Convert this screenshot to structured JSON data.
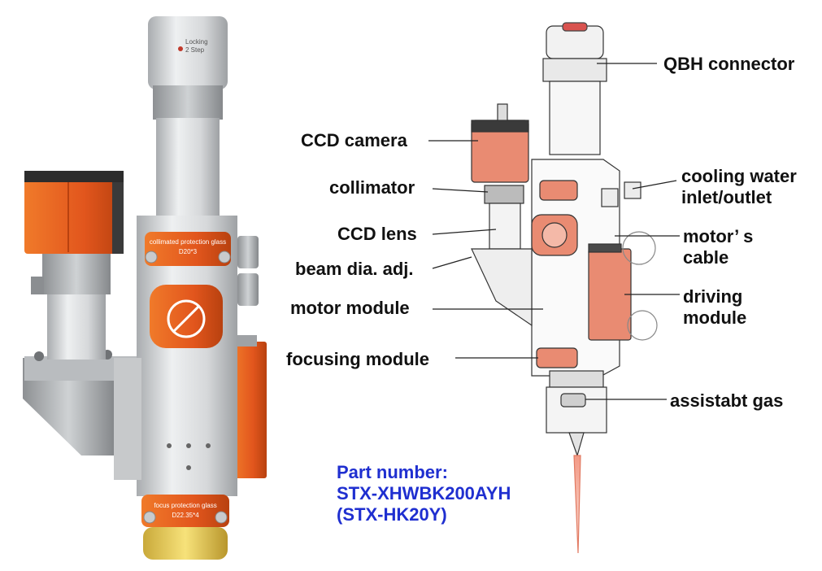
{
  "photo_text": {
    "collimated_glass": "collimated protection glass",
    "collimated_glass_dim": "D20*3",
    "focus_glass": "focus protection glass",
    "focus_glass_dim": "D22.35*4",
    "locking_ring": "Locking",
    "locking_step": "2 Step"
  },
  "labels": {
    "qbh": "QBH connector",
    "ccd_camera": "CCD camera",
    "collimator": "collimator",
    "ccd_lens": "CCD lens",
    "beam_adj": "beam dia. adj.",
    "motor_module": "motor module",
    "focusing_module": "focusing module",
    "cooling_water": "cooling water\ninlet/outlet",
    "motor_cable": "motor’ s\ncable",
    "driving_module": "driving\nmodule",
    "assist_gas": "assistabt gas"
  },
  "part": {
    "title": "Part number:",
    "number": "STX-XHWBK200AYH",
    "alt": "(STX-HK20Y)"
  },
  "colors": {
    "orange": "#e2561d",
    "salmon": "#e98b72",
    "silver": "#d9dbdd",
    "part_blue": "#1f2fd0"
  }
}
